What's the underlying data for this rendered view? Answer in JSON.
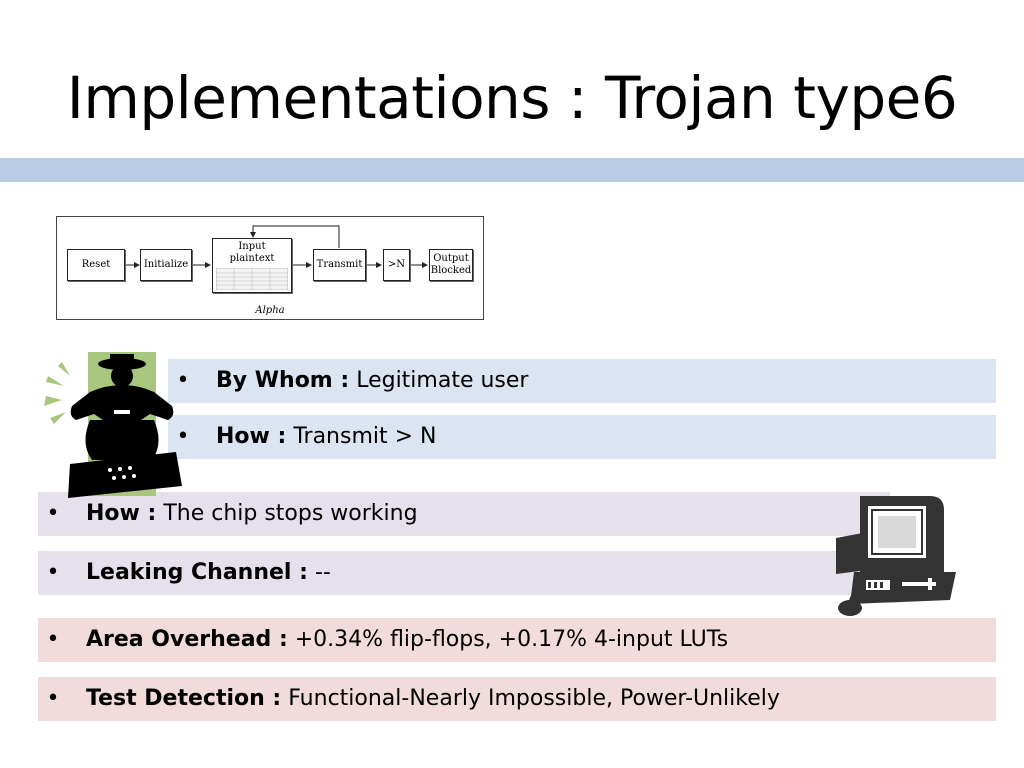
{
  "slide": {
    "title": "Implementations : Trojan type6"
  },
  "diagram": {
    "boxes": {
      "reset": "Reset",
      "initialize": "Initialize",
      "input_line1": "Input",
      "input_line2": "plaintext",
      "transmit": "Transmit",
      "gt_n": ">N",
      "output_line1": "Output",
      "output_line2": "Blocked"
    },
    "caption": "Alpha"
  },
  "bullets": [
    {
      "label": "By Whom :",
      "text": "Legitimate user",
      "color": "#dbe5f1"
    },
    {
      "label": "How :",
      "text": "Transmit > N",
      "color": "#dbe5f1"
    },
    {
      "label": "How :",
      "text": "The chip stops working",
      "color": "#e5e0ec"
    },
    {
      "label": "Leaking Channel :",
      "text": "--",
      "color": "#e5e0ec"
    },
    {
      "label": "Area Overhead :",
      "text": "+0.34% flip-flops, +0.17% 4-input LUTs",
      "color": "#f2dcdb"
    },
    {
      "label": "Test Detection :",
      "text": "Functional-Nearly Impossible, Power-Unlikely",
      "color": "#f2dcdb"
    }
  ],
  "icons": {
    "attacker": "saboteur-plunger-icon",
    "computer": "desktop-computer-icon"
  },
  "colors": {
    "title_bar": "#b8cce4",
    "blue_row": "#dbe5f1",
    "purple_row": "#e5e0ec",
    "red_row": "#f2dcdb",
    "clip_green": "#a9c67f"
  }
}
